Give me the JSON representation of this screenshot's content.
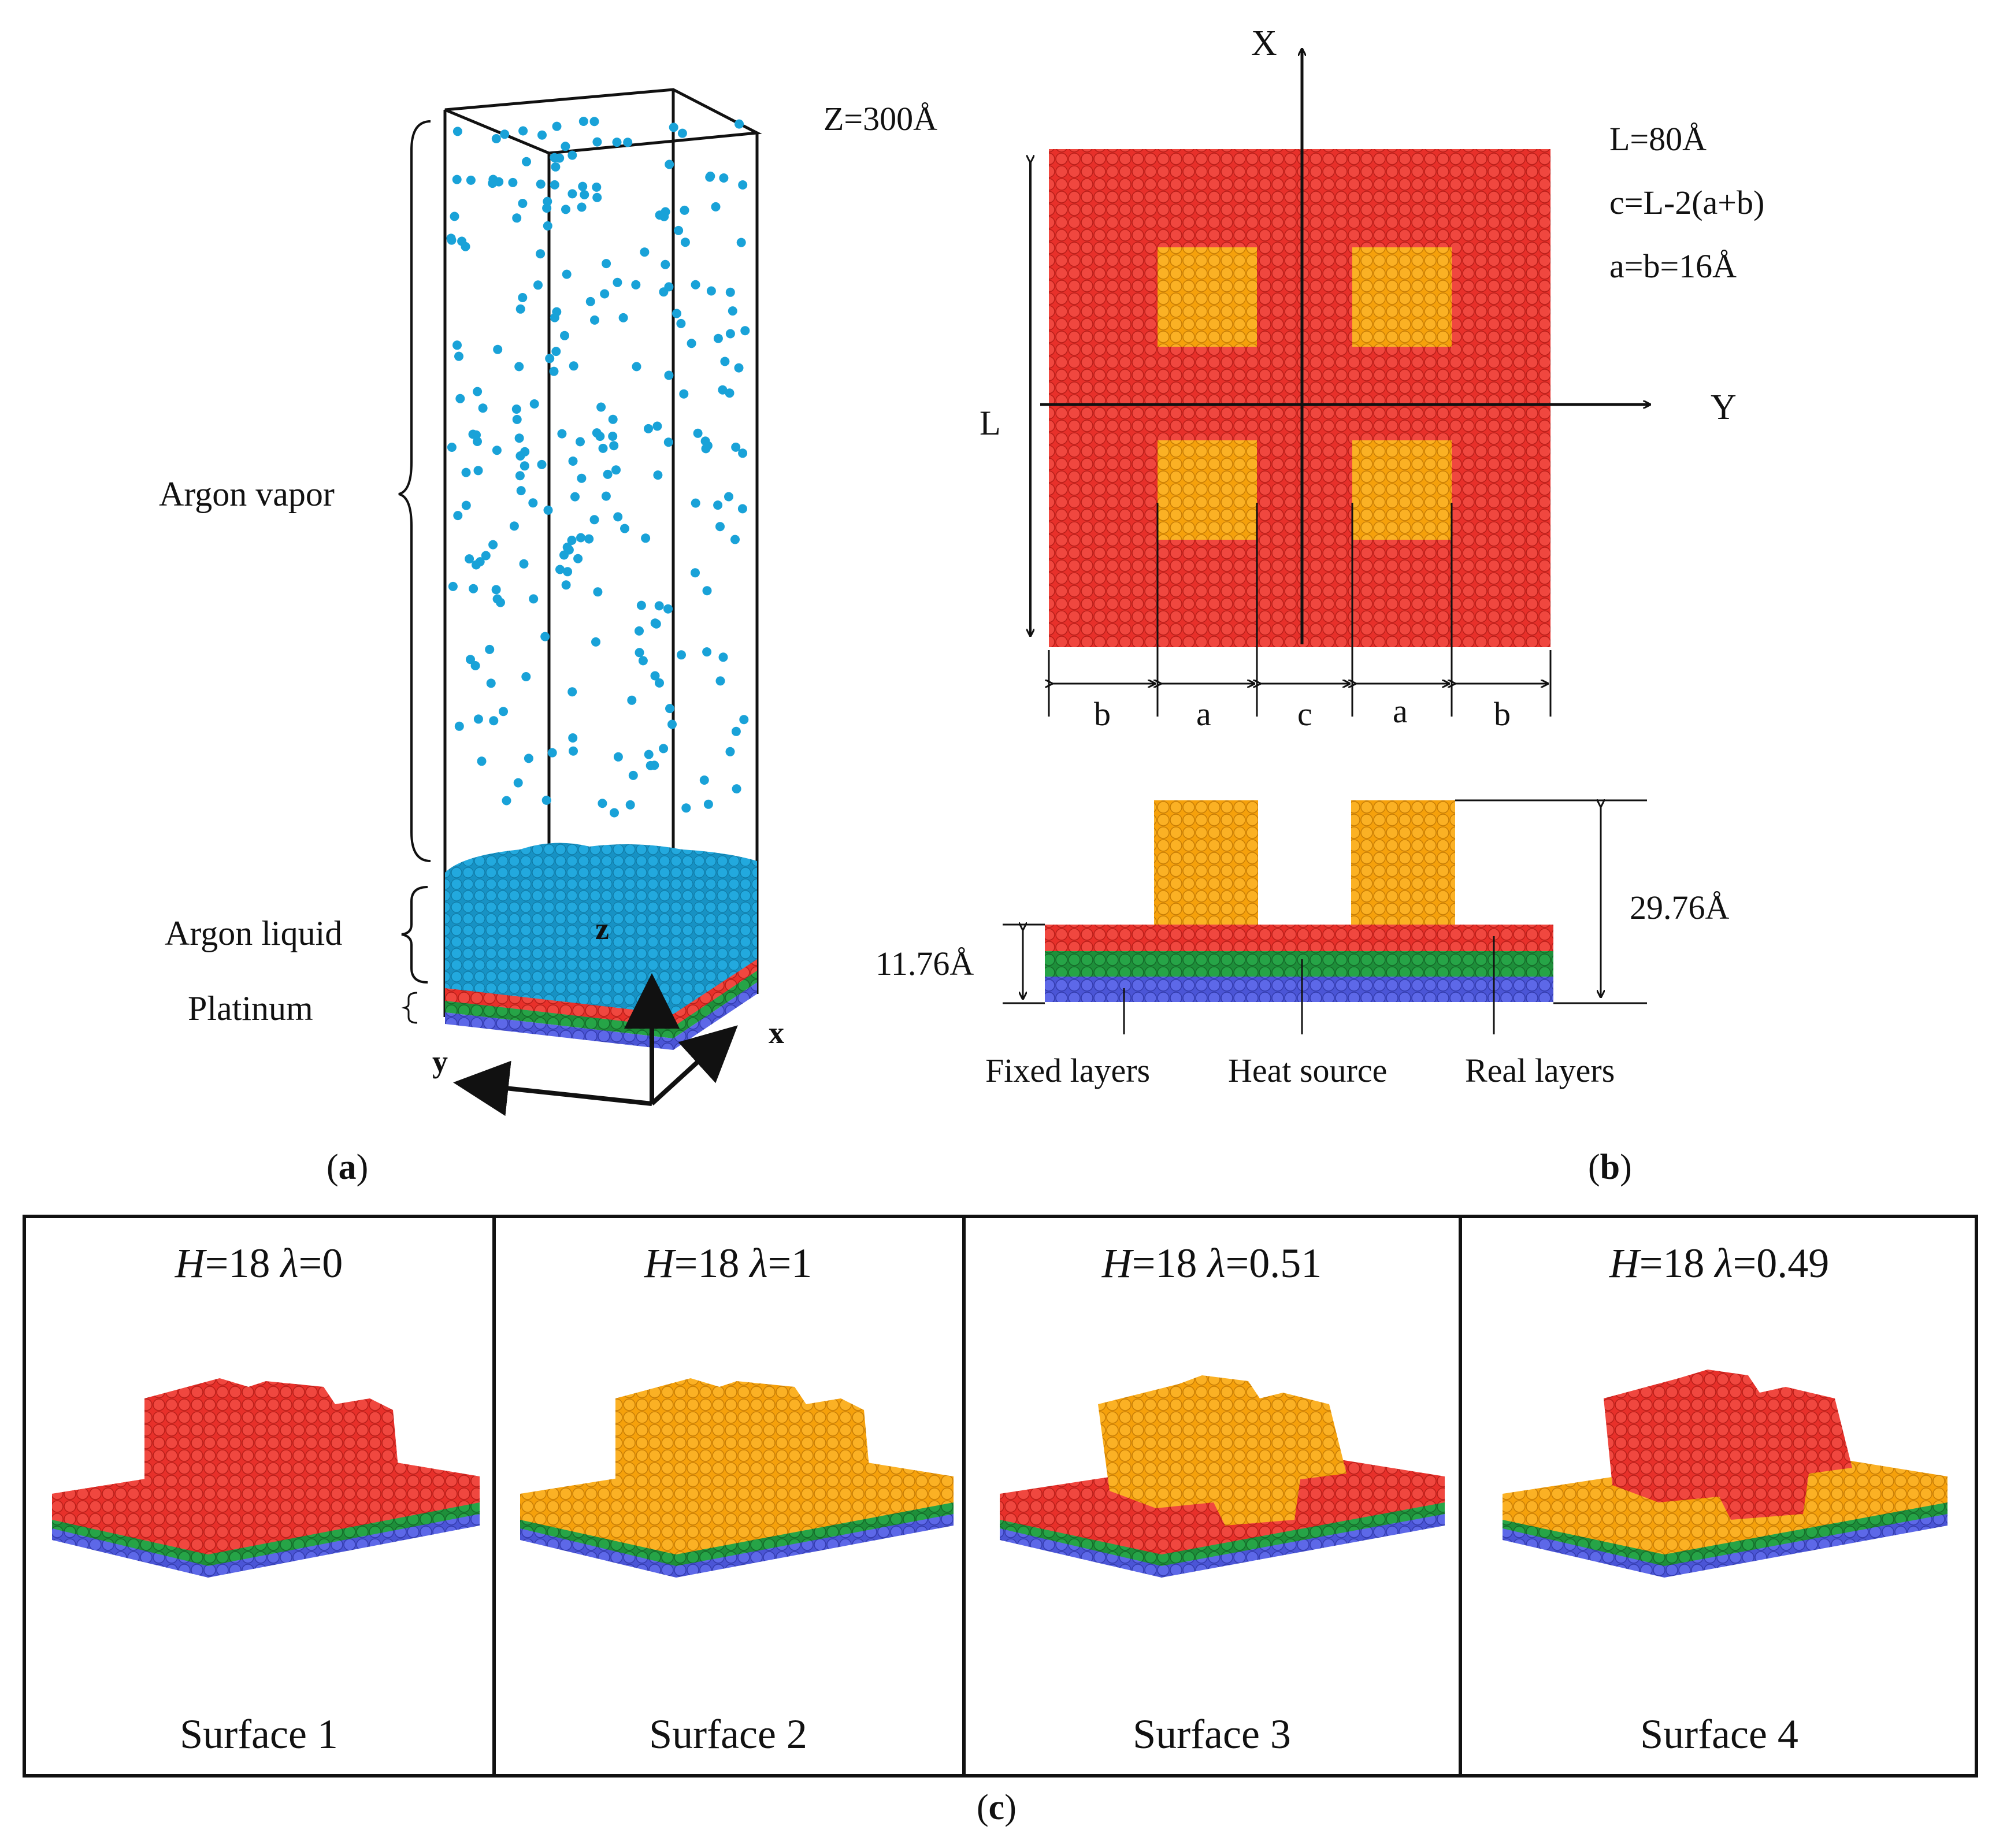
{
  "colors": {
    "vapor": "#19a2d8",
    "liquid": "#1aa0d6",
    "red": "#e8302a",
    "orange": "#f6a10b",
    "green": "#1e8f3a",
    "blue": "#4b55d6",
    "line": "#111111"
  },
  "panel_a": {
    "z_label": "Z=300Å",
    "argon_vapor": "Argon vapor",
    "argon_liquid": "Argon liquid",
    "platinum": "Platinum",
    "axis_z": "z",
    "axis_x": "x",
    "axis_y": "y",
    "caption": "(a)",
    "caption_letter": "a"
  },
  "panel_b": {
    "axis_x": "X",
    "axis_y": "Y",
    "eq_L": "L=80Å",
    "eq_c": "c=L-2(a+b)",
    "eq_ab": "a=b=16Å",
    "label_L": "L",
    "dims": [
      "b",
      "a",
      "c",
      "a",
      "b"
    ],
    "height_total": "29.76Å",
    "height_base": "11.76Å",
    "fixed_layers": "Fixed layers",
    "heat_source": "Heat source",
    "real_layers": "Real layers",
    "caption": "(b)",
    "caption_letter": "b"
  },
  "panel_c": {
    "surfaces": [
      {
        "H": "H",
        "h_value": "=18 ",
        "lambda": "λ",
        "l_value": "=0",
        "name": "Surface 1",
        "base": "red",
        "pillars": "red"
      },
      {
        "H": "H",
        "h_value": "=18 ",
        "lambda": "λ",
        "l_value": "=1",
        "name": "Surface 2",
        "base": "orange",
        "pillars": "orange"
      },
      {
        "H": "H",
        "h_value": "=18 ",
        "lambda": "λ",
        "l_value": "=0.51",
        "name": "Surface 3",
        "base": "red",
        "pillars": "orange"
      },
      {
        "H": "H",
        "h_value": "=18 ",
        "lambda": "λ",
        "l_value": "=0.49",
        "name": "Surface 4",
        "base": "orange",
        "pillars": "red"
      }
    ],
    "caption": "(c)",
    "caption_letter": "c"
  }
}
